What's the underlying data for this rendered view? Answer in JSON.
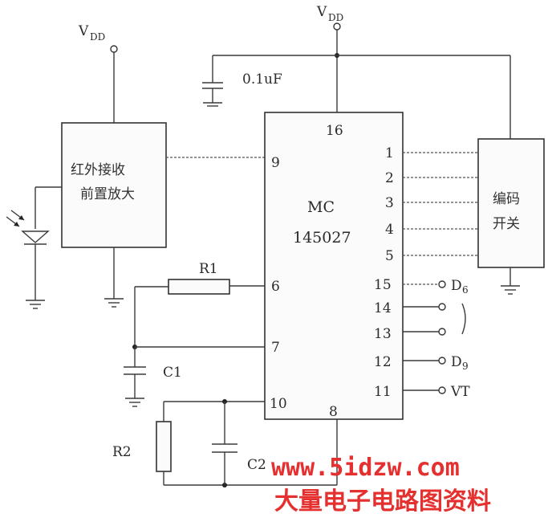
{
  "power": {
    "vdd_left": {
      "main": "V",
      "sub": "DD"
    },
    "vdd_top": {
      "main": "V",
      "sub": "DD"
    }
  },
  "components": {
    "cap_top": "0.1uF",
    "r1": "R1",
    "c1": "C1",
    "r2": "R2",
    "c2": "C2"
  },
  "blocks": {
    "ir_receiver": {
      "line1": "红外接收",
      "line2": "前置放大"
    },
    "chip": {
      "line1": "MC",
      "line2": "145027"
    },
    "encoder_switch": {
      "line1": "编码",
      "line2": "开关"
    }
  },
  "pins": {
    "p16": "16",
    "p9": "9",
    "p6": "6",
    "p7": "7",
    "p10": "10",
    "p8": "8",
    "p1": "1",
    "p2": "2",
    "p3": "3",
    "p4": "4",
    "p5": "5",
    "p15": "15",
    "p14": "14",
    "p13": "13",
    "p12": "12",
    "p11": "11"
  },
  "outputs": {
    "d6": {
      "main": "D",
      "sub": "6"
    },
    "d9": {
      "main": "D",
      "sub": "9"
    },
    "vt": "VT"
  },
  "watermark": {
    "url": "www.5idzw.com",
    "title": "大量电子电路图资料"
  },
  "colors": {
    "watermark": "#e53030",
    "ink": "#333333"
  }
}
